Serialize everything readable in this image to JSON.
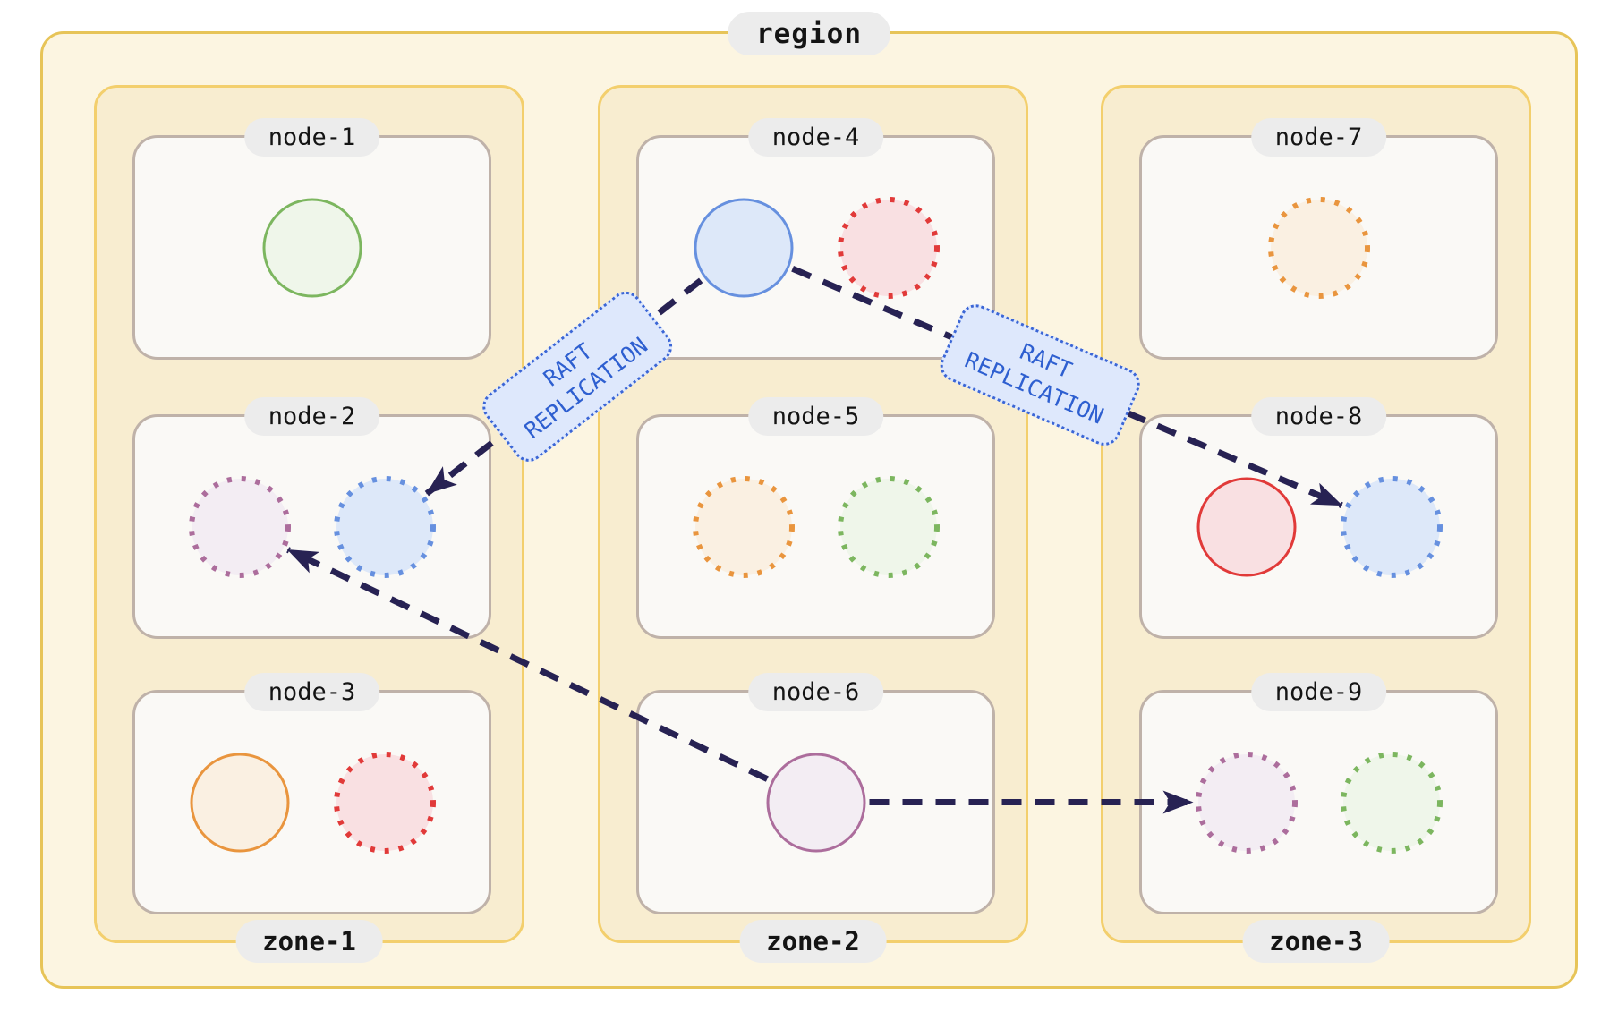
{
  "region": {
    "label": "region"
  },
  "zones": [
    {
      "label": "zone-1",
      "nodes": [
        {
          "label": "node-1",
          "replicas": [
            {
              "color": "green",
              "style": "solid"
            }
          ]
        },
        {
          "label": "node-2",
          "replicas": [
            {
              "color": "purple",
              "style": "dotted"
            },
            {
              "color": "blue",
              "style": "dotted"
            }
          ]
        },
        {
          "label": "node-3",
          "replicas": [
            {
              "color": "orange",
              "style": "solid"
            },
            {
              "color": "red",
              "style": "dotted"
            }
          ]
        }
      ]
    },
    {
      "label": "zone-2",
      "nodes": [
        {
          "label": "node-4",
          "replicas": [
            {
              "color": "blue",
              "style": "solid"
            },
            {
              "color": "red",
              "style": "dotted"
            }
          ]
        },
        {
          "label": "node-5",
          "replicas": [
            {
              "color": "orange",
              "style": "dotted"
            },
            {
              "color": "green",
              "style": "dotted"
            }
          ]
        },
        {
          "label": "node-6",
          "replicas": [
            {
              "color": "purple",
              "style": "solid"
            }
          ]
        }
      ]
    },
    {
      "label": "zone-3",
      "nodes": [
        {
          "label": "node-7",
          "replicas": [
            {
              "color": "orange",
              "style": "dotted"
            }
          ]
        },
        {
          "label": "node-8",
          "replicas": [
            {
              "color": "red",
              "style": "solid"
            },
            {
              "color": "blue",
              "style": "dotted"
            }
          ]
        },
        {
          "label": "node-9",
          "replicas": [
            {
              "color": "purple",
              "style": "dotted"
            },
            {
              "color": "green",
              "style": "dotted"
            }
          ]
        }
      ]
    }
  ],
  "raft_labels": [
    {
      "lines": [
        "RAFT",
        "REPLICATION"
      ]
    },
    {
      "lines": [
        "RAFT",
        "REPLICATION"
      ]
    }
  ],
  "arrows": [
    {
      "from": {
        "node": "node-4",
        "replica": "blue"
      },
      "to": {
        "node": "node-2",
        "replica": "blue"
      },
      "label": 0
    },
    {
      "from": {
        "node": "node-4",
        "replica": "blue"
      },
      "to": {
        "node": "node-8",
        "replica": "blue"
      },
      "label": 1
    },
    {
      "from": {
        "node": "node-6",
        "replica": "purple"
      },
      "to": {
        "node": "node-2",
        "replica": "purple"
      }
    },
    {
      "from": {
        "node": "node-6",
        "replica": "purple"
      },
      "to": {
        "node": "node-9",
        "replica": "purple"
      }
    }
  ],
  "palette": {
    "region_border": "#E7C458",
    "region_fill": "#FCF5E1",
    "zone_border": "#F3CF6D",
    "zone_fill": "#F8EDD0",
    "node_border": "#BFB2A9",
    "node_fill": "#FAF9F6",
    "pill_bg": "#ECECEC",
    "pill_text": "#141414",
    "arrow": "#272253",
    "raft_fill": "#DEE8FC",
    "raft_border": "#3B66D6",
    "raft_text": "#2E5FD0",
    "replica_colors": {
      "green": {
        "stroke": "#7CB65F",
        "fill": "#EFF6EA"
      },
      "blue": {
        "stroke": "#6690DF",
        "fill": "#DDE8F9"
      },
      "red": {
        "stroke": "#E13A39",
        "fill": "#F9E0E2"
      },
      "orange": {
        "stroke": "#E9953E",
        "fill": "#FAF0E2"
      },
      "purple": {
        "stroke": "#AC6D9C",
        "fill": "#F3EDF3"
      }
    }
  }
}
